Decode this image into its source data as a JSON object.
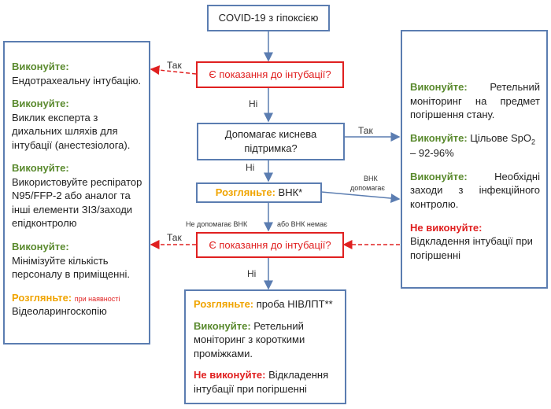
{
  "nodes": {
    "start": "COVID-19 з гіпоксією",
    "intubation_q1": "Є показання до інтубації?",
    "oxygen_q": "Допомагає киснева підтримка?",
    "hfnc_consider_prefix": "Розгляньте:",
    "hfnc_consider_text": "ВНК*",
    "intubation_q2": "Є показання до інтубації?"
  },
  "edge_labels": {
    "yes1": "Так",
    "no1": "Ні",
    "yes_oxygen": "Так",
    "no_oxygen": "Ні",
    "hfnc_helps_1": "ВНК",
    "hfnc_helps_2": "допомагає",
    "hfnc_not_helps": "Не допомагає ВНК",
    "or_no_hfnc": "або ВНК немає",
    "yes2": "Так",
    "no2": "Ні"
  },
  "left_panel": {
    "do_label": "Виконуйте:",
    "item1": "Ендотрахеальну інтубацію.",
    "item2": "Виклик експерта з дихальних шляхів для інтубації (анестезіолога).",
    "item3": "Використовуйте респіратор N95/FFP-2 або аналог та інші елементи ЗІЗ/заходи епідконтролю",
    "item4": "Мінімізуйте кількість персоналу в приміщенні.",
    "consider_label": "Розгляньте:",
    "consider_note": "при наявності",
    "item5": "Відеоларингоскопію"
  },
  "right_panel": {
    "do_label": "Виконуйте:",
    "item1": "Ретельний моніторинг на предмет погіршення стану.",
    "item2_prefix": "Цільове SpO",
    "item2_sub": "2",
    "item2_suffix": " – 92-96%",
    "item3": "Необхідні заходи з інфекційного контролю.",
    "dont_label": "Не виконуйте:",
    "item4": "Відкладення інтубації при погіршенні"
  },
  "bottom_panel": {
    "consider_label": "Розгляньте:",
    "consider_text": "проба НІВЛПТ**",
    "do_label": "Виконуйте:",
    "item1": "Ретельний моніторинг з короткими проміжками.",
    "dont_label": "Не виконуйте:",
    "item2": "Відкладення інтубації при погіршенні"
  },
  "colors": {
    "blue_border": "#5b7db1",
    "red_border": "#e02020",
    "green_text": "#5a8a2e",
    "orange_text": "#f0a400",
    "arrow_blue": "#5b7db1",
    "arrow_red_dashed": "#e02020"
  }
}
